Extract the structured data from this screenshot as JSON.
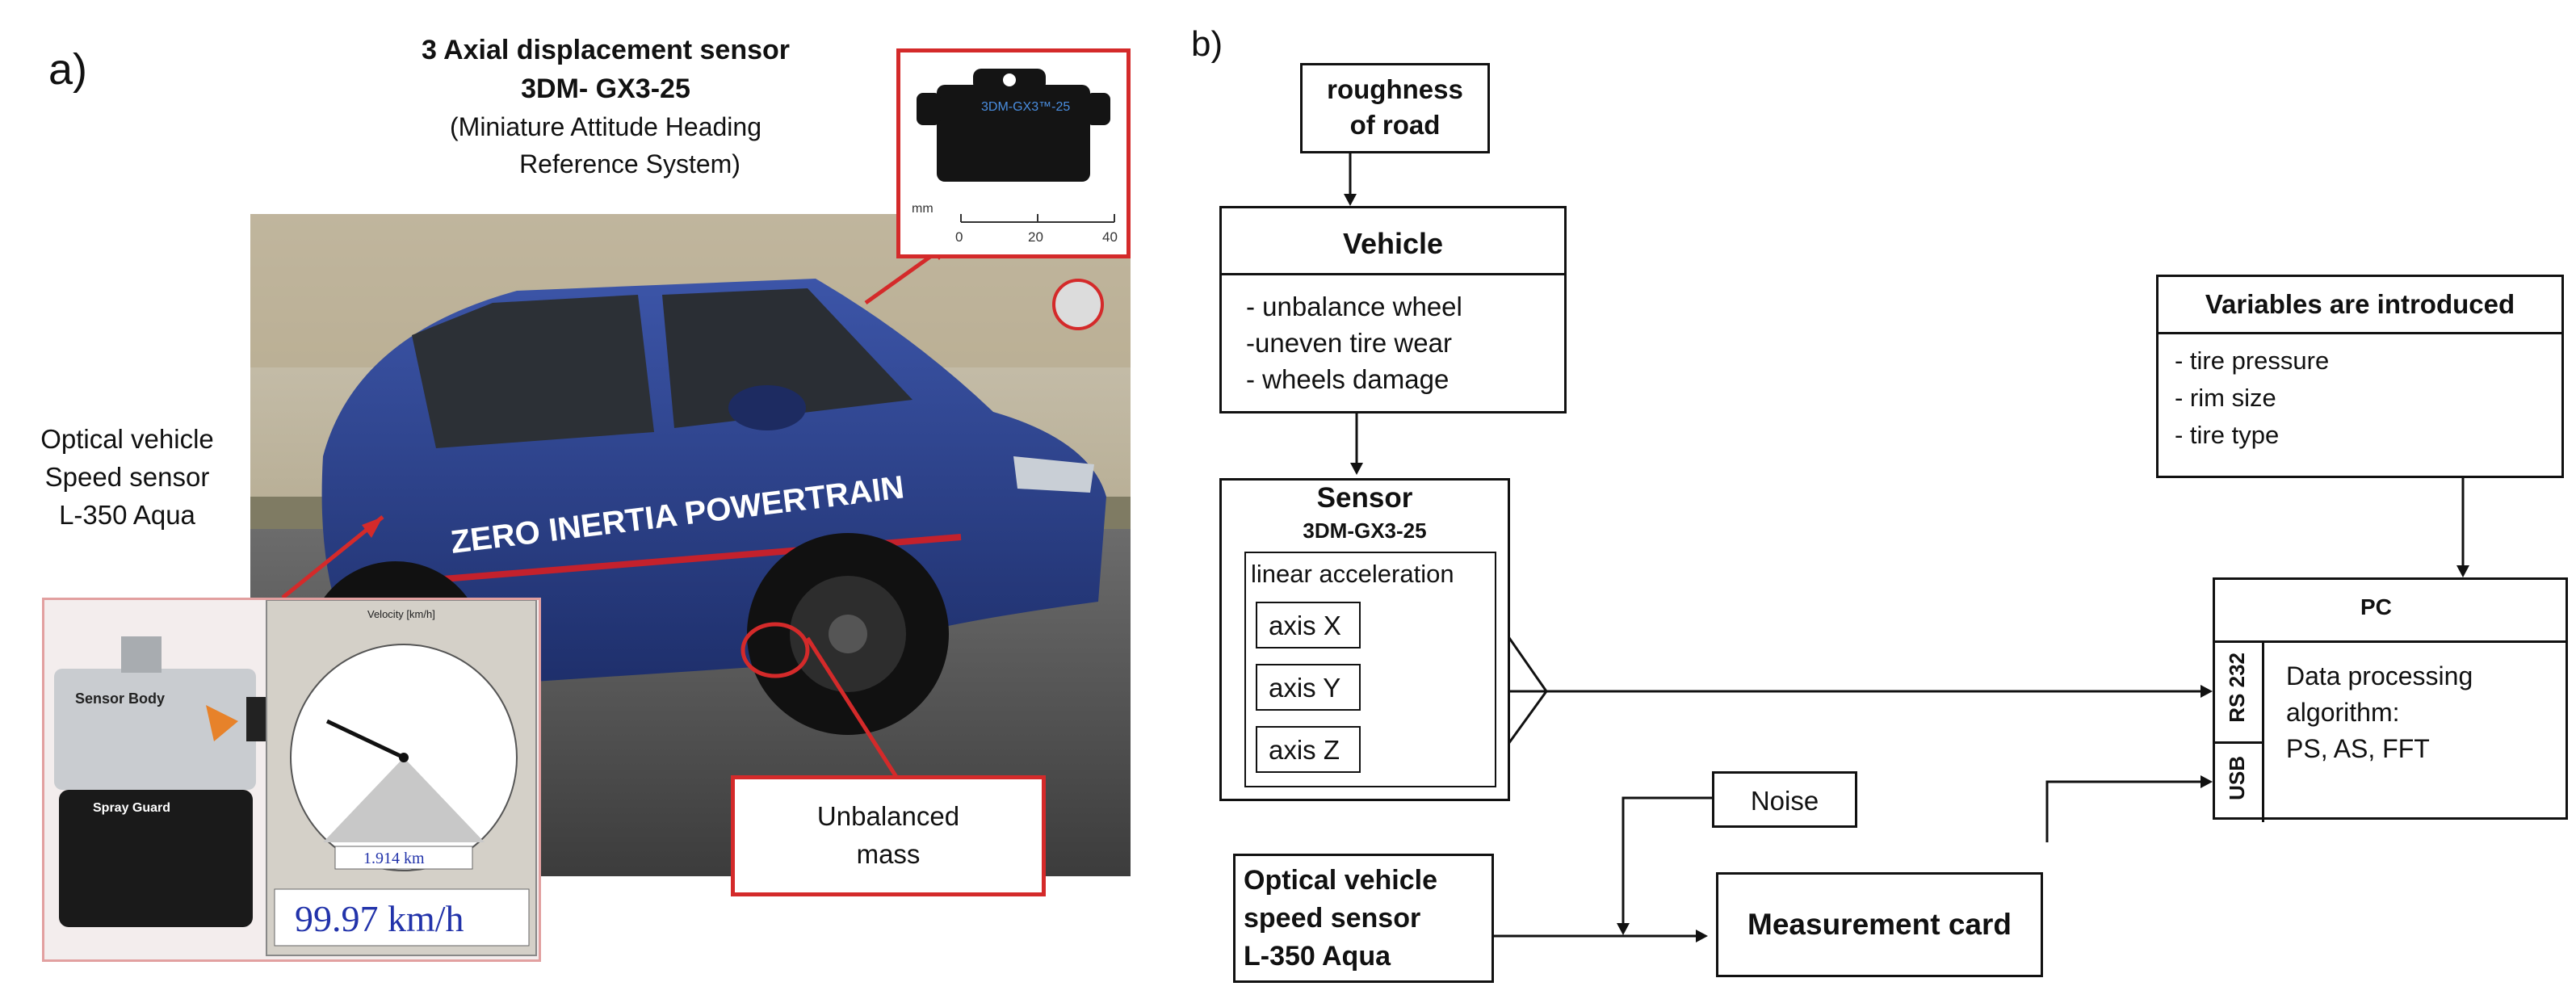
{
  "panel_a": {
    "label": "a)",
    "sensor_title_1": "3 Axial displacement sensor",
    "sensor_title_2": "3DM- GX3-25",
    "sensor_title_3": "(Miniature Attitude Heading",
    "sensor_title_4": "Reference System)",
    "inset": {
      "device_label": "3DM-GX3™-25",
      "scale_unit": "mm",
      "scale_ticks": [
        "0",
        "20",
        "40"
      ]
    },
    "car_decal": "ZERO INERTIA POWERTRAIN",
    "speed_sensor_label": [
      "Optical vehicle",
      "Speed sensor",
      "L-350 Aqua"
    ],
    "speed_device": {
      "body_label": "Sensor Body",
      "guard_label": "Spray Guard",
      "gauge_title": "Velocity [km/h]",
      "distance": "1.914 km",
      "speed": "99.97 km/h"
    },
    "unbalanced_label": [
      "Unbalanced",
      "mass"
    ]
  },
  "panel_b": {
    "label": "b)",
    "road": [
      "roughness",
      "of road"
    ],
    "vehicle": {
      "title": "Vehicle",
      "items": [
        "- unbalance wheel",
        "-uneven tire wear",
        "- wheels damage"
      ]
    },
    "sensor": {
      "title": "Sensor",
      "model": "3DM-GX3-25",
      "group": "linear acceleration",
      "axes": [
        "axis X",
        "axis Y",
        "axis Z"
      ]
    },
    "variables": {
      "title": "Variables are introduced",
      "items": [
        "- tire pressure",
        "- rim size",
        "- tire type"
      ]
    },
    "pc": {
      "title": "PC",
      "ports": [
        "RS 232",
        "USB"
      ],
      "lines": [
        "Data processing",
        "algorithm:",
        "PS, AS, FFT"
      ]
    },
    "noise": "Noise",
    "optical": [
      "Optical vehicle",
      "speed sensor",
      "L-350 Aqua"
    ],
    "card": "Measurement card"
  },
  "colors": {
    "accent_red": "#d42a2a",
    "car_blue": "#2a3f86",
    "speed_blue": "#2233aa"
  }
}
